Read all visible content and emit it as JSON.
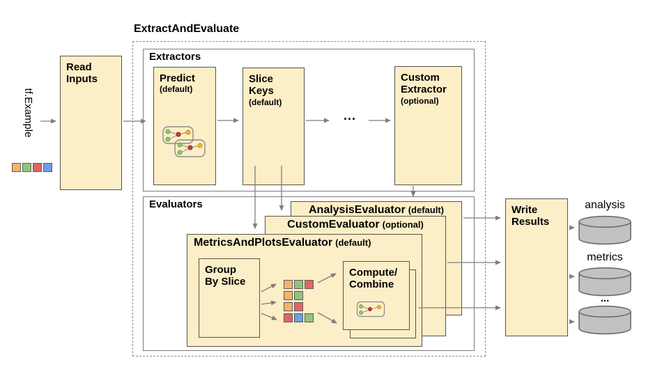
{
  "pipeline_title": "ExtractAndEvaluate",
  "palette": {
    "box_fill": "#FCEEC7",
    "box_border": "#57534B",
    "container_border": "#7D7D7D",
    "arrow": "#7E7E7E",
    "orange": "#F6B26B",
    "green": "#93C47D",
    "red": "#E06666",
    "blue": "#6D9EEB",
    "cylinder_fill": "#C2C2C2",
    "cylinder_stroke": "#6B6B6B"
  },
  "input": {
    "label": "tf.Example",
    "squares": [
      "orange",
      "green",
      "red",
      "blue"
    ]
  },
  "read_inputs": {
    "label": "Read Inputs"
  },
  "extractors": {
    "label": "Extractors",
    "predict": {
      "name": "Predict",
      "qualifier": "(default)"
    },
    "slice_keys": {
      "name": "Slice Keys",
      "qualifier": "(default)"
    },
    "custom": {
      "name": "Custom Extractor",
      "qualifier": "(optional)"
    },
    "ellipsis": "..."
  },
  "evaluators": {
    "label": "Evaluators",
    "analysis": {
      "name": "AnalysisEvaluator",
      "qualifier": "(default)"
    },
    "custom": {
      "name": "CustomEvaluator",
      "qualifier": "(optional)"
    },
    "metrics_plots": {
      "name": "MetricsAndPlotsEvaluator",
      "qualifier": "(default)"
    },
    "group_by_slice": {
      "label": "Group By Slice"
    },
    "compute_combine": {
      "label": "Compute/ Combine"
    },
    "slice_rows": [
      [
        "orange",
        "green",
        "red"
      ],
      [
        "orange",
        "green"
      ],
      [
        "orange",
        "red"
      ],
      [
        "red",
        "blue",
        "green"
      ]
    ]
  },
  "write_results": {
    "label": "Write Results"
  },
  "outputs": [
    {
      "label": "analysis"
    },
    {
      "label": "metrics"
    },
    {
      "label": "..."
    }
  ]
}
